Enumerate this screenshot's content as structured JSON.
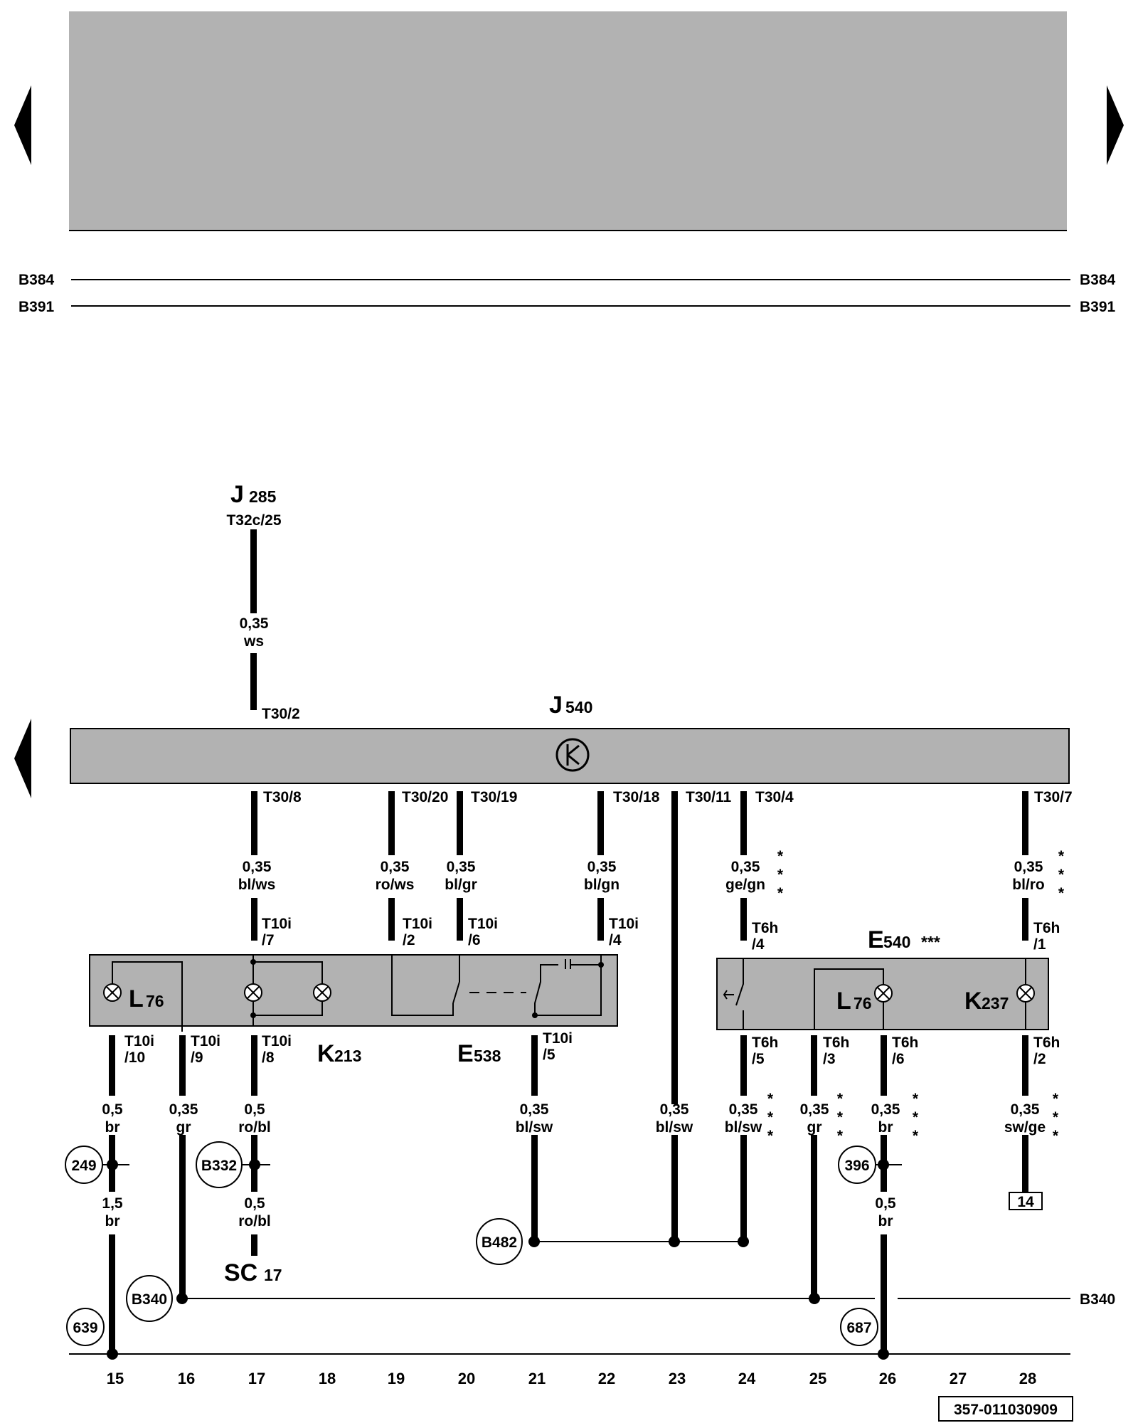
{
  "bus_lines": {
    "b384": "B384",
    "b391": "B391"
  },
  "j285": {
    "name": "J",
    "num": "285",
    "pin": "T32c/25",
    "wire_size": "0,35",
    "wire_color": "ws"
  },
  "j540": {
    "name": "J",
    "num": "540",
    "pin_top": "T30/2",
    "pins": [
      "T30/8",
      "T30/20",
      "T30/19",
      "T30/18",
      "T30/11",
      "T30/4",
      "T30/7"
    ]
  },
  "wires_top": [
    {
      "size": "0,35",
      "color": "bl/ws"
    },
    {
      "size": "0,35",
      "color": "ro/ws"
    },
    {
      "size": "0,35",
      "color": "bl/gr"
    },
    {
      "size": "0,35",
      "color": "bl/gn"
    },
    {
      "size": "0,35",
      "color": "ge/gn"
    },
    {
      "size": "0,35",
      "color": "bl/ro"
    }
  ],
  "connector_pins_top": [
    {
      "a": "T10i",
      "b": "/7"
    },
    {
      "a": "T10i",
      "b": "/2"
    },
    {
      "a": "T10i",
      "b": "/6"
    },
    {
      "a": "T10i",
      "b": "/4"
    },
    {
      "a": "T6h",
      "b": "/4"
    },
    {
      "a": "T6h",
      "b": "/1"
    }
  ],
  "components": {
    "l76_left": {
      "name": "L",
      "num": "76"
    },
    "k213": {
      "name": "K",
      "num": "213"
    },
    "e538": {
      "name": "E",
      "num": "538"
    },
    "e540": {
      "name": "E",
      "num": "540",
      "mark": "***"
    },
    "l76_right": {
      "name": "L",
      "num": "76"
    },
    "k237": {
      "name": "K",
      "num": "237"
    }
  },
  "connector_pins_bottom": [
    {
      "a": "T10i",
      "b": "/10"
    },
    {
      "a": "T10i",
      "b": "/9"
    },
    {
      "a": "T10i",
      "b": "/8"
    },
    {
      "a": "T10i",
      "b": "/5"
    },
    {
      "a": "T6h",
      "b": "/5"
    },
    {
      "a": "T6h",
      "b": "/3"
    },
    {
      "a": "T6h",
      "b": "/6"
    },
    {
      "a": "T6h",
      "b": "/2"
    }
  ],
  "wires_bottom": [
    {
      "size": "0,5",
      "color": "br"
    },
    {
      "size": "0,35",
      "color": "gr"
    },
    {
      "size": "0,5",
      "color": "ro/bl"
    },
    {
      "size": "0,35",
      "color": "bl/sw"
    },
    {
      "size": "0,35",
      "color": "bl/sw"
    },
    {
      "size": "0,35",
      "color": "bl/sw"
    },
    {
      "size": "0,35",
      "color": "gr"
    },
    {
      "size": "0,35",
      "color": "br"
    },
    {
      "size": "0,35",
      "color": "sw/ge"
    }
  ],
  "wires_lower": [
    {
      "size": "1,5",
      "color": "br"
    },
    {
      "size": "0,5",
      "color": "ro/bl"
    },
    {
      "size": "0,5",
      "color": "br"
    }
  ],
  "junctions": {
    "j249": "249",
    "b332": "B332",
    "b482": "B482",
    "b340": "B340",
    "j396": "396",
    "j639": "639",
    "j687": "687"
  },
  "sc17": {
    "name": "SC",
    "num": "17"
  },
  "b340_label": "B340",
  "ref_box": "14",
  "asterisk": "*",
  "columns": [
    "15",
    "16",
    "17",
    "18",
    "19",
    "20",
    "21",
    "22",
    "23",
    "24",
    "25",
    "26",
    "27",
    "28"
  ],
  "doc_id": "357-011030909"
}
